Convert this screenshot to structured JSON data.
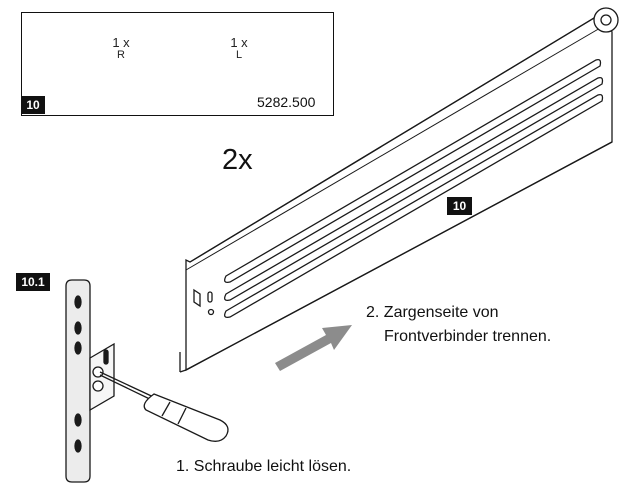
{
  "parts_box": {
    "badge": "10",
    "right_part": {
      "qty": "1 x",
      "side": "R"
    },
    "left_part": {
      "qty": "1 x",
      "side": "L"
    },
    "part_number": "5282.500"
  },
  "multiplier": "2x",
  "rail_badge": "10",
  "detail_badge": "10.1",
  "steps": {
    "step2_line1": "2. Zargenseite von",
    "step2_line2": "Frontverbinder trennen.",
    "step1": "1. Schraube  leicht lösen."
  },
  "colors": {
    "line": "#1a1a1a",
    "metal_fill": "#ececec",
    "arrow_fill": "#8c8c8c",
    "badge_bg": "#111111"
  }
}
